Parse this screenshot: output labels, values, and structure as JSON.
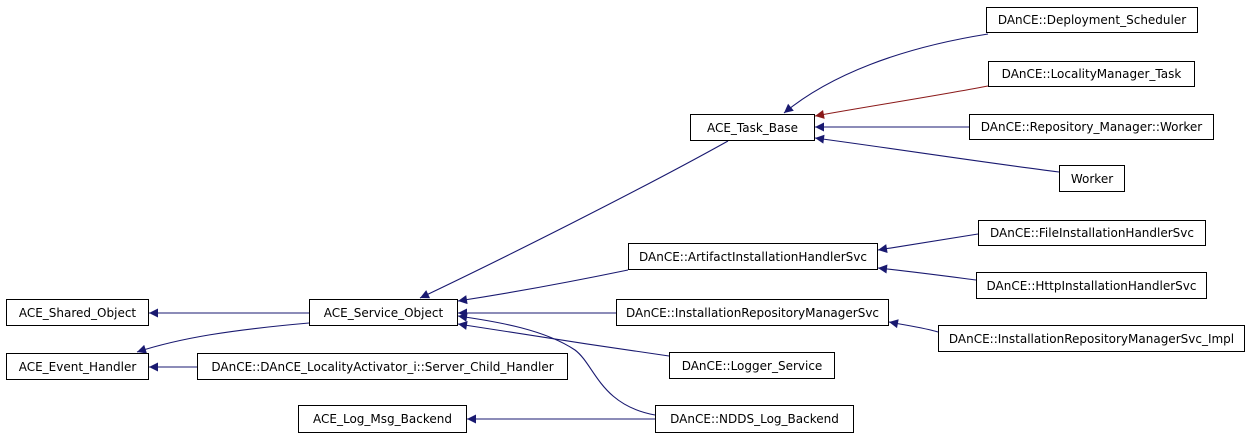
{
  "colors": {
    "edge": "#191970",
    "highlight_edge": "#8b1a1a",
    "node_border": "#000000",
    "node_fill": "#ffffff"
  },
  "nodes": {
    "deployment_scheduler": "DAnCE::Deployment_Scheduler",
    "locality_manager_task": "DAnCE::LocalityManager_Task",
    "repository_manager_worker": "DAnCE::Repository_Manager::Worker",
    "worker": "Worker",
    "ace_task_base": "ACE_Task_Base",
    "file_installation_handler": "DAnCE::FileInstallationHandlerSvc",
    "artifact_installation_handler": "DAnCE::ArtifactInstallationHandlerSvc",
    "http_installation_handler": "DAnCE::HttpInstallationHandlerSvc",
    "ace_shared_object": "ACE_Shared_Object",
    "ace_service_object": "ACE_Service_Object",
    "installation_repository_manager": "DAnCE::InstallationRepositoryManagerSvc",
    "installation_repository_manager_impl": "DAnCE::InstallationRepositoryManagerSvc_Impl",
    "ace_event_handler": "ACE_Event_Handler",
    "server_child_handler": "DAnCE::DAnCE_LocalityActivator_i::Server_Child_Handler",
    "logger_service": "DAnCE::Logger_Service",
    "ace_log_msg_backend": "ACE_Log_Msg_Backend",
    "ndds_log_backend": "DAnCE::NDDS_Log_Backend"
  }
}
